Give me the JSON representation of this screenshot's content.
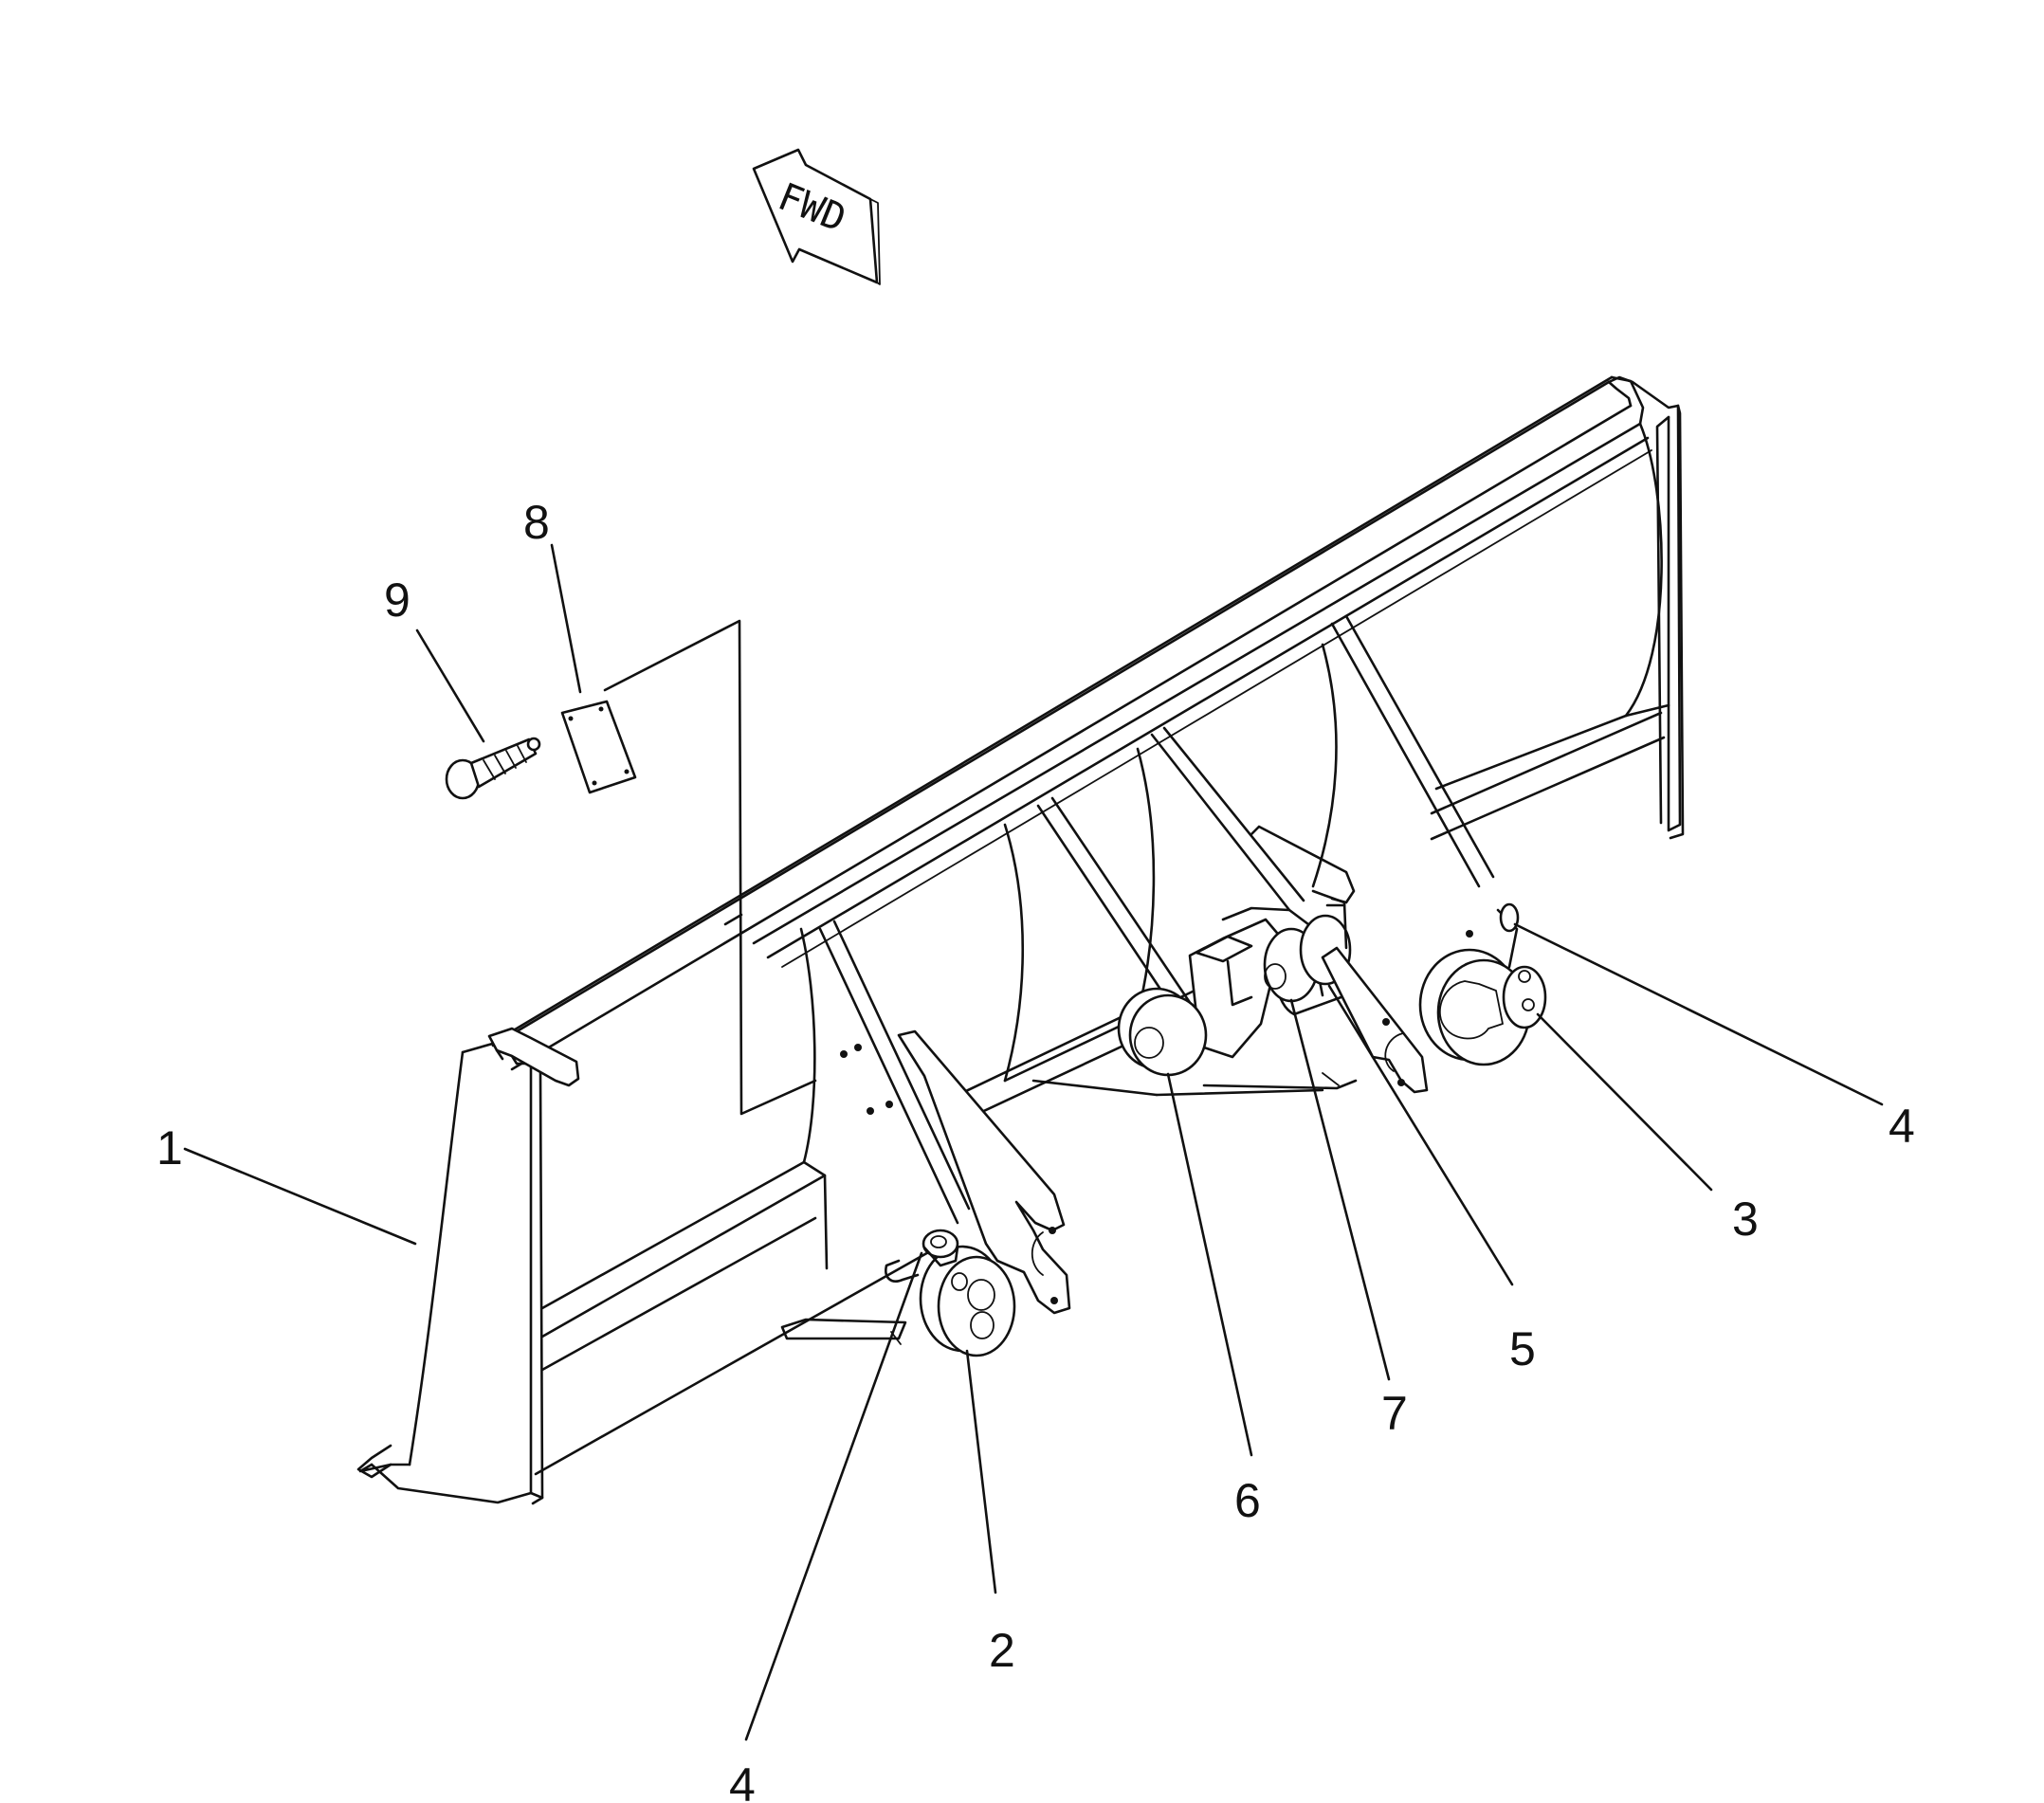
{
  "direction_marker": {
    "text": "FWD"
  },
  "callouts": [
    {
      "id": "c1",
      "label": "1"
    },
    {
      "id": "c2",
      "label": "2"
    },
    {
      "id": "c3",
      "label": "3"
    },
    {
      "id": "c4a",
      "label": "4"
    },
    {
      "id": "c4b",
      "label": "4"
    },
    {
      "id": "c5",
      "label": "5"
    },
    {
      "id": "c6",
      "label": "6"
    },
    {
      "id": "c7",
      "label": "7"
    },
    {
      "id": "c8",
      "label": "8"
    },
    {
      "id": "c9",
      "label": "9"
    }
  ],
  "colors": {
    "line": "#111111",
    "background": "#ffffff"
  }
}
